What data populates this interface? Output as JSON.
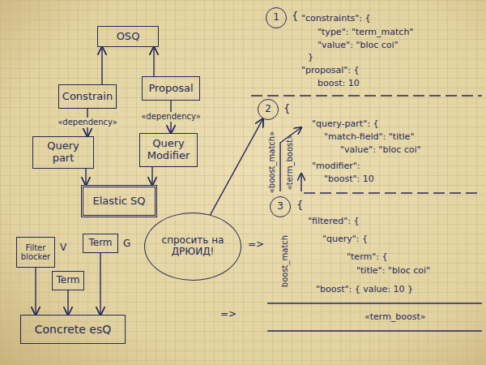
{
  "diagram": {
    "nodes": [
      {
        "text": [
          "OSQ"
        ]
      },
      {
        "text": [
          "Constrain"
        ]
      },
      {
        "text": [
          "Proposal"
        ]
      },
      {
        "text": [
          "Query part"
        ]
      },
      {
        "text": [
          "Query Modifier"
        ]
      },
      {
        "text": [
          "Elastic SQ"
        ]
      },
      {
        "text": [
          "Filter blocker"
        ]
      },
      {
        "text": [
          "Term"
        ]
      },
      {
        "text": [
          "Term"
        ]
      },
      {
        "text": [
          "Concrete esQ"
        ]
      },
      {
        "text": [
          "1"
        ]
      },
      {
        "text": [
          "2"
        ]
      },
      {
        "text": [
          "спросить на ДРЮИД!"
        ]
      },
      {
        "text": [
          "3"
        ]
      }
    ],
    "edges": [
      {
        "from": 1,
        "to": 0,
        "arrow": "to"
      },
      {
        "from": 2,
        "to": 0,
        "arrow": "to"
      },
      {
        "from": 1,
        "to": 3,
        "label": "«dependency»",
        "arrow": "to"
      },
      {
        "from": 2,
        "to": 4,
        "label": "«dependency»",
        "arrow": "to"
      },
      {
        "from": 3,
        "to": 5,
        "arrow": "to"
      },
      {
        "from": 4,
        "to": 5,
        "arrow": "to"
      },
      {
        "from": 6,
        "to": 9,
        "arrow": "to"
      },
      {
        "from": 8,
        "to": 9,
        "arrow": "to"
      },
      {
        "from": 7,
        "to": 9,
        "arrow": "to"
      },
      {
        "from": 12,
        "to": 11,
        "arrow": "to"
      }
    ],
    "labels": [
      "V",
      "G",
      "{",
      "\"constraints\": {",
      "\"type\": \"term_match\"",
      "\"value\": \"bloc coi\"",
      "}",
      "\"proposal\": {",
      "boost: 10",
      "«boost_match»",
      "«term_boost»",
      "{",
      "\"query-part\": {",
      "\"match-field\": \"title\"",
      "\"value\": \"bloc coi\"",
      "\"modifier\":",
      "\"boost\": 10",
      "=>",
      "=>",
      "{",
      "boost_match",
      "\"filtered\": {",
      "\"query\": {",
      "\"term\": {",
      "\"title\": \"bloc coi\"",
      "\"boost\": { value: 10 }",
      "«term_boost»"
    ]
  }
}
